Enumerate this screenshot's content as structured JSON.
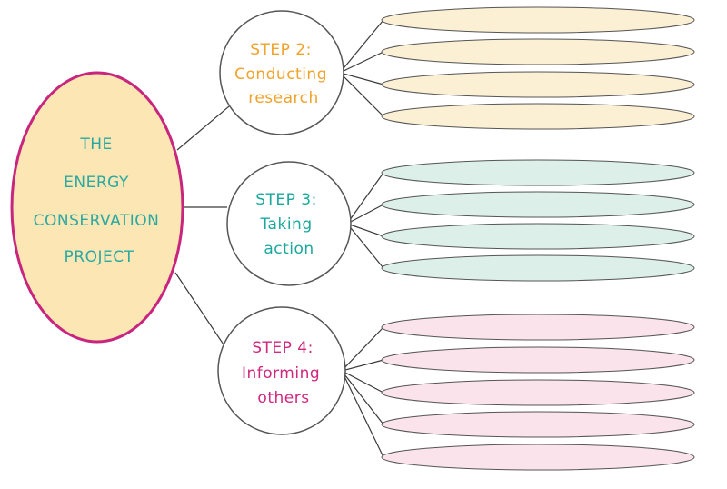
{
  "center": {
    "lines": [
      "THE",
      "ENERGY",
      "CONSERVATION",
      "PROJECT"
    ],
    "fill": "#fce6b4",
    "stroke": "#c8267e",
    "text_color": "#2aa9a2"
  },
  "steps": [
    {
      "id": "step-2",
      "lines": [
        "STEP 2:",
        "Conducting",
        "research"
      ],
      "color": "#f0a22a",
      "bar_fill": "#fcf0d4",
      "bars": 4
    },
    {
      "id": "step-3",
      "lines": [
        "STEP 3:",
        "Taking",
        "action"
      ],
      "color": "#1aa89c",
      "bar_fill": "#ddefe9",
      "bars": 4
    },
    {
      "id": "step-4",
      "lines": [
        "STEP 4:",
        "Informing",
        "others"
      ],
      "color": "#d0287e",
      "bar_fill": "#fbe3ec",
      "bars": 5
    }
  ],
  "line_color": "#3a3a3a"
}
